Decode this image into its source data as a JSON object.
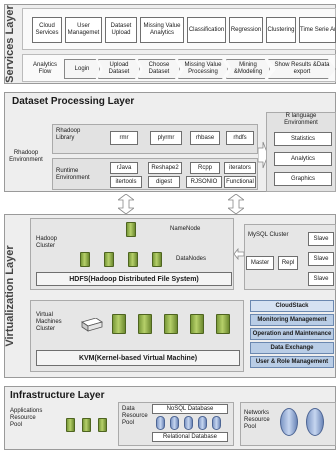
{
  "layers": {
    "services": "Services Layer",
    "dataset_processing": "Dataset Processing Layer",
    "virtualization": "Virtualization Layer",
    "infrastructure": "Infrastructure Layer"
  },
  "services": {
    "modules": [
      "Cloud Services",
      "User Managemet",
      "Dataset Upload",
      "Missing Value Analytics",
      "Classification",
      "Regression",
      "Clustering",
      "Time Serie Analysis"
    ],
    "flow_label": "Analytics Flow",
    "flow_steps": [
      "Login",
      "Upload Dataset",
      "Choose Dataset",
      "Missing Value Processing",
      "Mining &Modeling",
      "Show Results &Data export"
    ]
  },
  "dataset_processing": {
    "rhadoop_env": "Rhadoop Environment",
    "rhadoop_library": "Rhadoop Library",
    "library_items": [
      "rmr",
      "plyrmr",
      "rhbase",
      "rhdfs"
    ],
    "runtime_env": "Runtime Environment",
    "runtime_items": [
      "rJava",
      "Reshape2",
      "Rcpp",
      "iterators",
      "itertools",
      "digest",
      "RJSONIO",
      "Functional"
    ],
    "r_env": "R language Environment",
    "r_items": [
      "Statistics",
      "Analytics",
      "Graphics"
    ]
  },
  "virtualization": {
    "hadoop_cluster": "Hadoop Cluster",
    "namenode": "NameNode",
    "datanodes": "DataNodes",
    "hdfs": "HDFS(Hadoop Distributed File System)",
    "mysql_cluster": "MySQL Cluster",
    "master": "Master",
    "repl": "Repl",
    "slaves": [
      "Slave",
      "Slave",
      "Slave"
    ],
    "vm_cluster": "Virtual Machines Cluster",
    "kvm": "KVM(Kernel-based Virtual Machine)",
    "cloudstack": "CloudStack",
    "cloudstack_items": [
      "Monitoring Management",
      "Operation and Maintenance",
      "Data Exchange",
      "User & Role Management"
    ]
  },
  "infrastructure": {
    "app_pool": "Applications Resource Pool",
    "data_pool": "Data Resource Pool",
    "nosql": "NoSQL Database",
    "relational": "Relational Database",
    "network_pool": "Networks Resource Pool"
  }
}
